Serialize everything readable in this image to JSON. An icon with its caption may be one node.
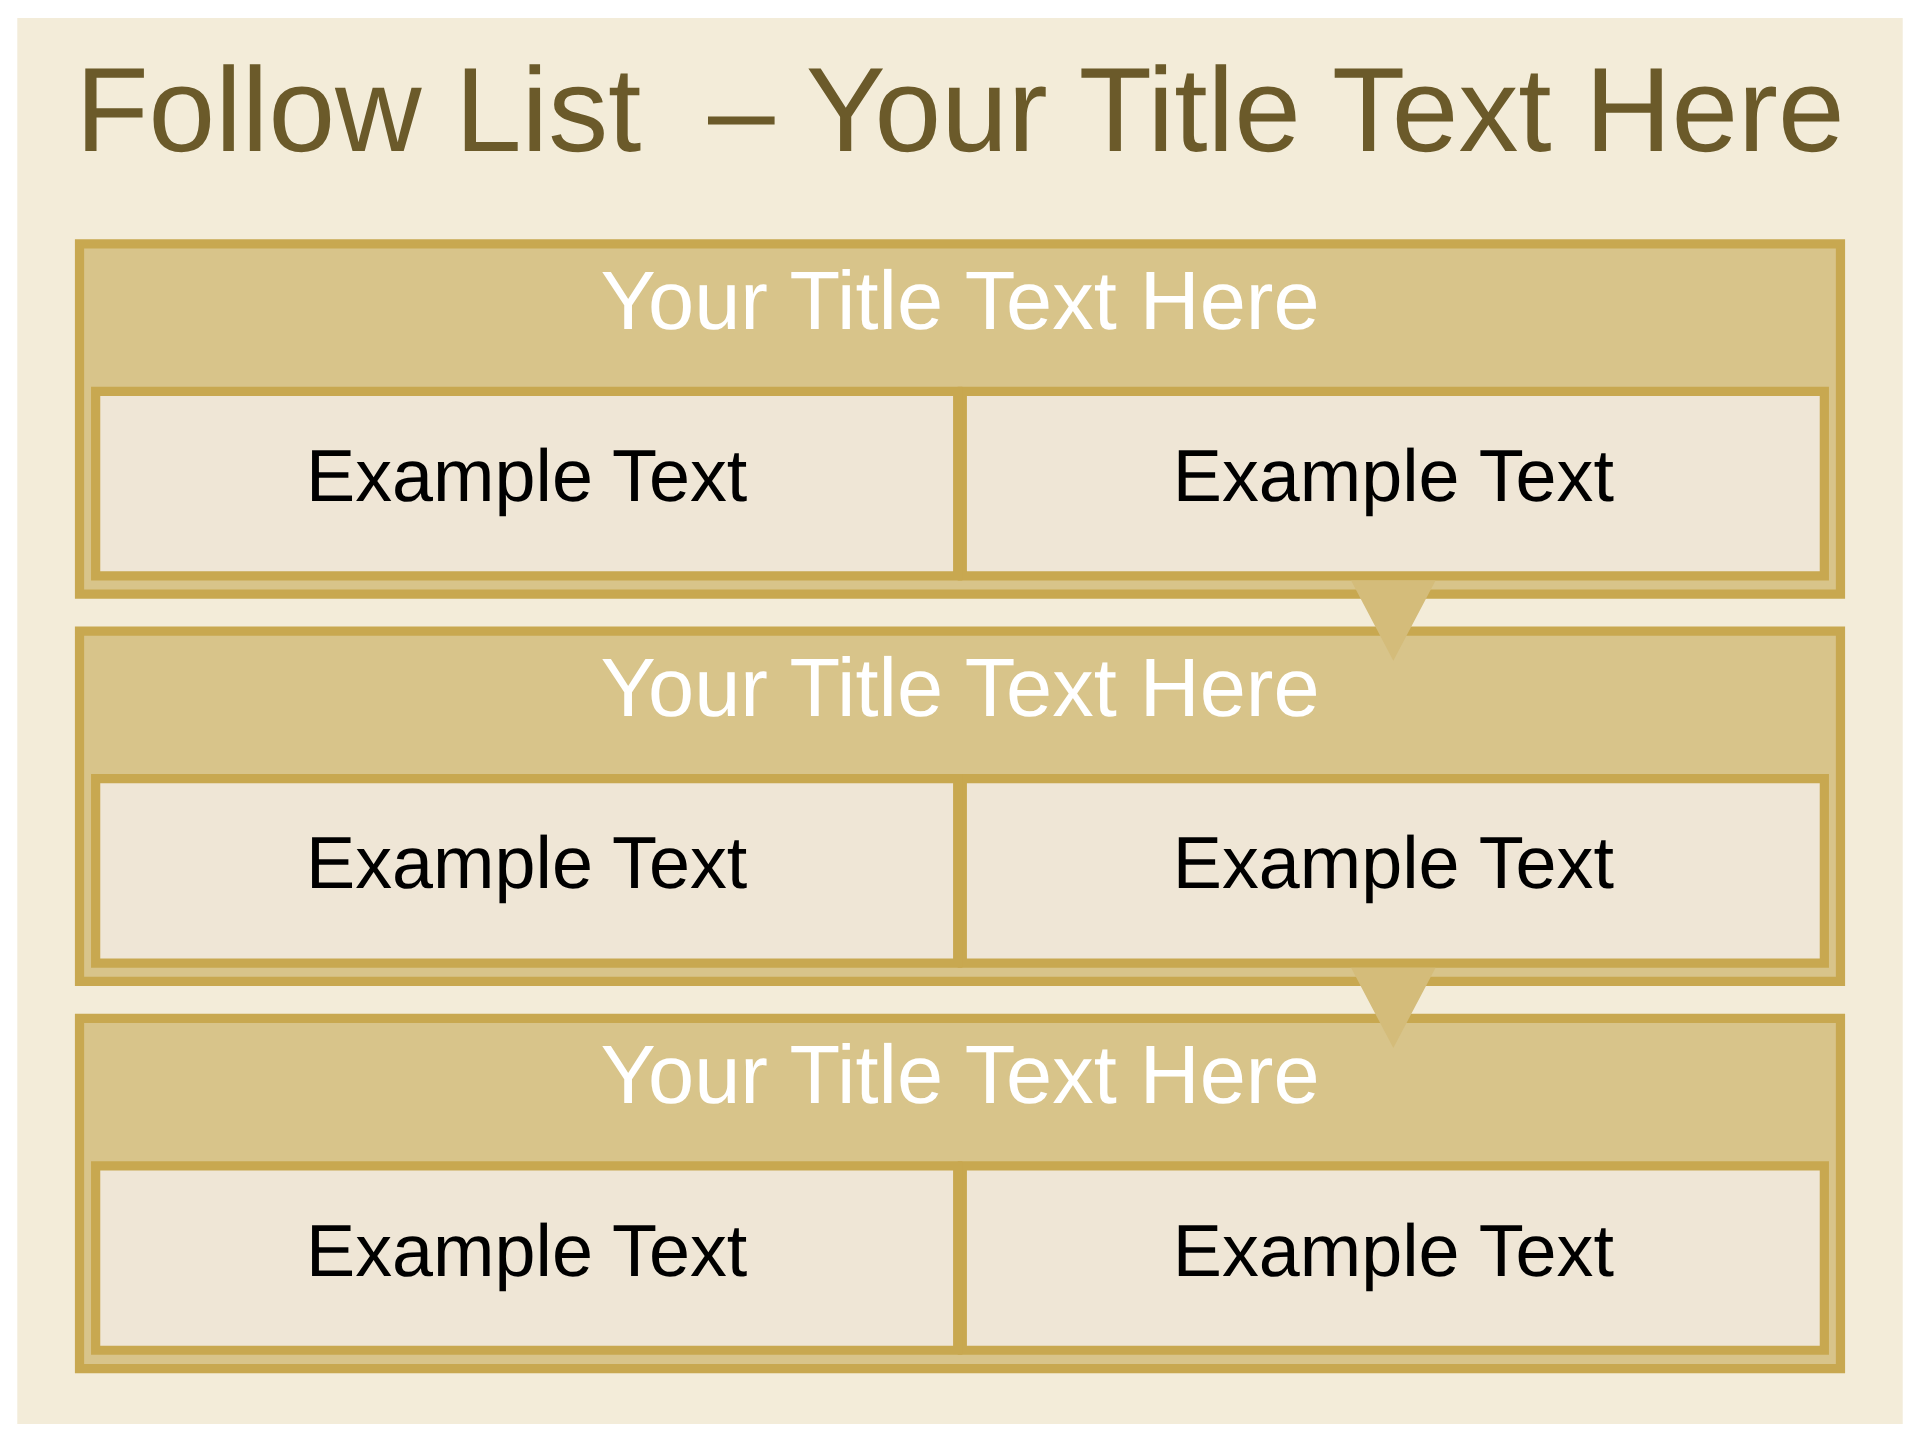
{
  "diagram": {
    "title": "Follow List  – Your Title Text Here",
    "nodes": [
      {
        "text": [
          "Your Title Text Here"
        ]
      },
      {
        "text": [
          "Example Text"
        ],
        "in": 0
      },
      {
        "text": [
          "Example Text"
        ],
        "in": 0
      },
      {
        "text": [
          "Your Title Text Here"
        ]
      },
      {
        "text": [
          "Example Text"
        ],
        "in": 3
      },
      {
        "text": [
          "Example Text"
        ],
        "in": 3
      },
      {
        "text": [
          "Your Title Text Here"
        ]
      },
      {
        "text": [
          "Example Text"
        ],
        "in": 6
      },
      {
        "text": [
          "Example Text"
        ],
        "in": 6
      }
    ],
    "edges": [
      {
        "from": 0,
        "to": 3,
        "arrow": "to"
      },
      {
        "from": 3,
        "to": 6,
        "arrow": "to"
      }
    ]
  }
}
